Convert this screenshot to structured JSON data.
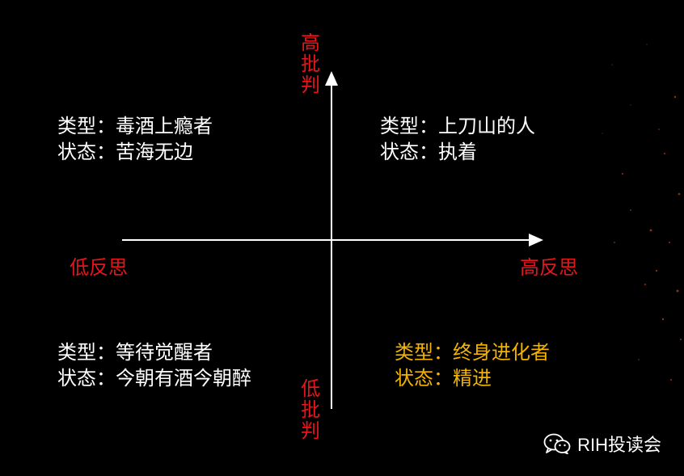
{
  "quadrants": {
    "top_left": {
      "type_label": "类型：",
      "type_value": "毒酒上瘾者",
      "state_label": "状态：",
      "state_value": "苦海无边"
    },
    "top_right": {
      "type_label": "类型：",
      "type_value": "上刀山的人",
      "state_label": "状态：",
      "state_value": "执着"
    },
    "bottom_left": {
      "type_label": "类型：",
      "type_value": "等待觉醒者",
      "state_label": "状态：",
      "state_value": "今朝有酒今朝醉"
    },
    "bottom_right": {
      "type_label": "类型：",
      "type_value": "终身进化者",
      "state_label": "状态：",
      "state_value": "精进"
    }
  },
  "axes": {
    "y_top": "高批判",
    "y_bottom": "低批判",
    "x_left": "低反思",
    "x_right": "高反思"
  },
  "brand": {
    "name": "RIH投读会",
    "icon": "wechat-icon"
  },
  "colors": {
    "background": "#000000",
    "text_white": "#ffffff",
    "accent_red": "#e4161c",
    "accent_gold": "#f3b400"
  }
}
